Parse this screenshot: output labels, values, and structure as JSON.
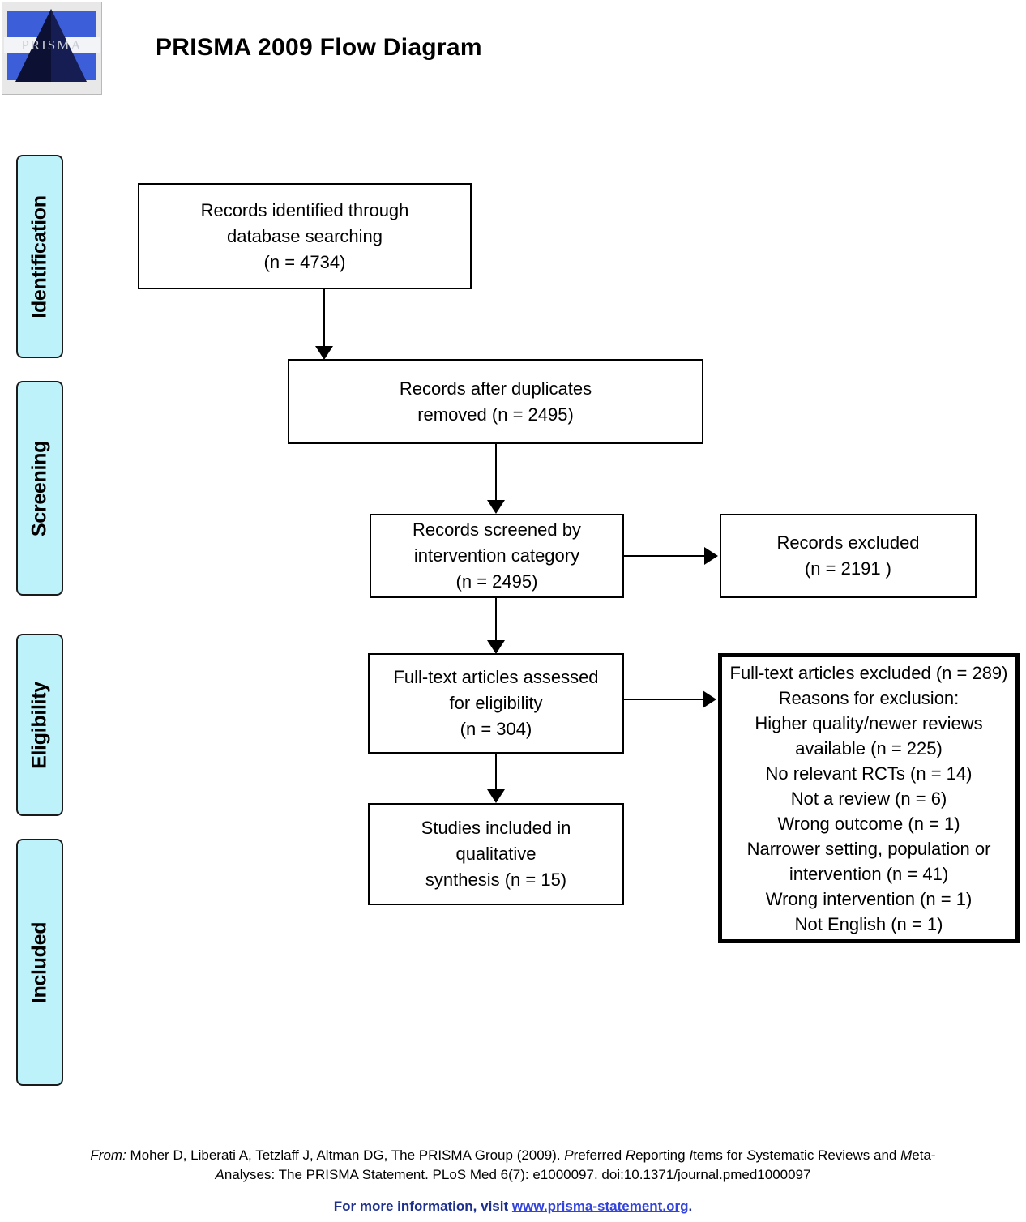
{
  "header": {
    "title": "PRISMA 2009 Flow Diagram",
    "logo_text": "PRISMA"
  },
  "stages": [
    {
      "label": "Identification"
    },
    {
      "label": "Screening"
    },
    {
      "label": "Eligibility"
    },
    {
      "label": "Included"
    }
  ],
  "boxes": {
    "identified": {
      "lines": [
        "Records identified through",
        "database searching",
        "(n = 4734)"
      ],
      "n": 4734
    },
    "after_duplicates": {
      "lines": [
        "Records after duplicates",
        "removed (n = 2495)"
      ],
      "n": 2495
    },
    "screened": {
      "lines": [
        "Records screened by",
        "intervention category",
        "(n = 2495)"
      ],
      "n": 2495
    },
    "records_excluded": {
      "lines": [
        "Records excluded",
        "(n = 2191 )"
      ],
      "n": 2191
    },
    "fulltext_assessed": {
      "lines": [
        "Full-text articles assessed",
        "for eligibility",
        "(n = 304)"
      ],
      "n": 304
    },
    "fulltext_excluded": {
      "lines": [
        "Full-text articles excluded (n  =  289)",
        "Reasons for exclusion:",
        "Higher quality/newer reviews",
        "available (n = 225)",
        "No relevant RCTs (n = 14)",
        "Not a review (n = 6)",
        "Wrong outcome (n = 1)",
        "Narrower setting, population or",
        "intervention (n = 41)",
        "Wrong intervention (n = 1)",
        "Not English (n = 1)"
      ],
      "n": 289,
      "reasons": [
        {
          "label": "Higher quality/newer reviews available",
          "n": 225
        },
        {
          "label": "No relevant RCTs",
          "n": 14
        },
        {
          "label": "Not a review",
          "n": 6
        },
        {
          "label": "Wrong outcome",
          "n": 1
        },
        {
          "label": "Narrower setting, population or intervention",
          "n": 41
        },
        {
          "label": "Wrong intervention",
          "n": 1
        },
        {
          "label": "Not English",
          "n": 1
        }
      ]
    },
    "included_qualitative": {
      "lines": [
        "Studies included  in",
        "qualitative",
        "synthesis (n  = 15)"
      ],
      "n": 15
    }
  },
  "footer": {
    "from_label": "From:",
    "citation_part1": "  Moher D, Liberati A, Tetzlaff J, Altman DG, The PRISMA Group (2009). ",
    "citation_italic1": "P",
    "citation_rest1": "referred ",
    "citation_italic2": "R",
    "citation_rest2": "eporting ",
    "citation_italic3": "I",
    "citation_rest3": "tems for ",
    "citation_italic4": "S",
    "citation_rest4": "ystematic Reviews and ",
    "citation_italic5": "M",
    "citation_rest5": "eta-",
    "citation_line2_italic": "A",
    "citation_line2": "nalyses: The PRISMA Statement. PLoS Med 6(7): e1000097. doi:10.1371/journal.pmed1000097",
    "more_info_prefix": "For more information, visit ",
    "more_info_url": "www.prisma-statement.org",
    "more_info_suffix": "."
  }
}
